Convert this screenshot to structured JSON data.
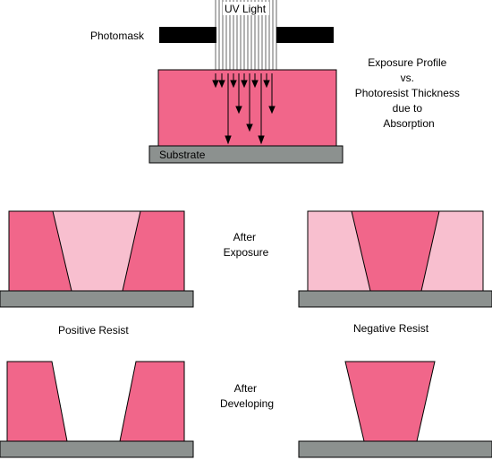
{
  "labels": {
    "uv_light": "UV Light",
    "photomask": "Photomask",
    "substrate": "Substrate",
    "exposure_profile": [
      "Exposure Profile",
      "vs.",
      "Photoresist Thickness",
      "due to",
      "Absorption"
    ],
    "after_exposure": [
      "After",
      "Exposure"
    ],
    "after_developing": [
      "After",
      "Developing"
    ],
    "positive_resist": "Positive Resist",
    "negative_resist": "Negative Resist"
  },
  "colors": {
    "resist_dark": "#f1668a",
    "resist_light": "#f8bfcf",
    "substrate": "#8c918f",
    "mask": "#000000",
    "outline": "#000000"
  }
}
